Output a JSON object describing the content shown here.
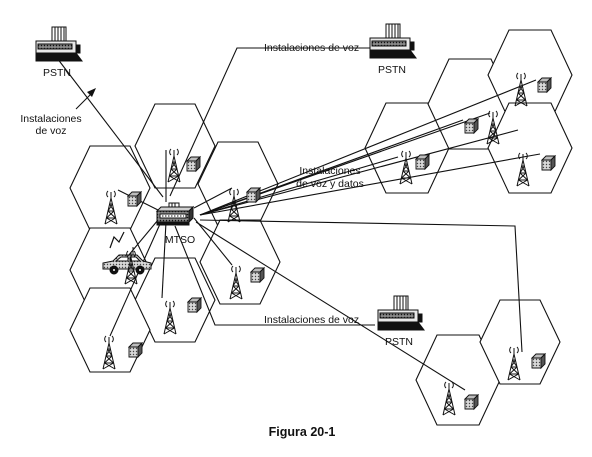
{
  "labels": {
    "pstn": "PSTN",
    "mtso": "MTSO",
    "voice_facilities": "Instalaciones de voz",
    "voice_facilities_line1": "Instalaciones",
    "voice_facilities_line2": "de voz",
    "voice_data_line1": "Instalaciones",
    "voice_data_line2": "de voz y datos"
  },
  "caption": "Figura 20-1",
  "icons": {
    "pstn": "telephone-exchange-icon",
    "tower": "radio-tower-icon",
    "base_station": "base-station-icon",
    "car": "mobile-car-icon",
    "switch": "mtso-switch-icon"
  }
}
